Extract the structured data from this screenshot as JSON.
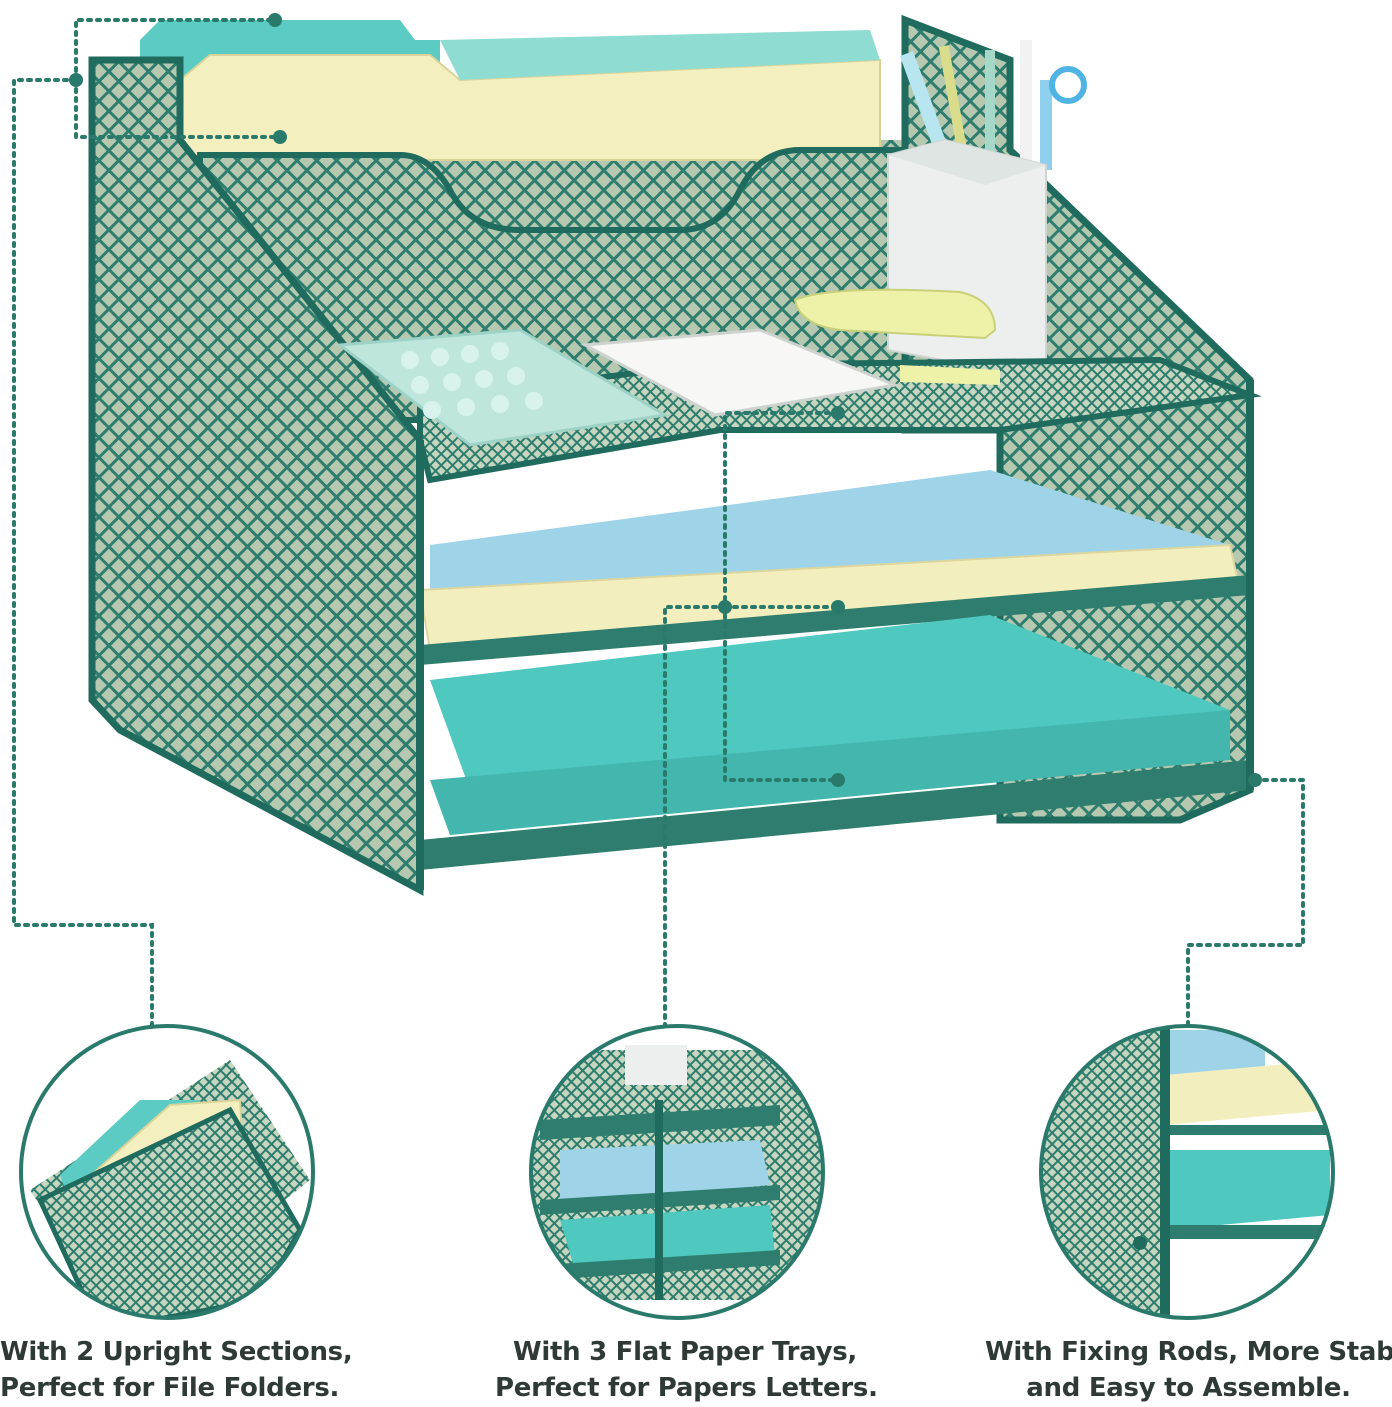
{
  "image": {
    "subject": "teal mesh desk organizer",
    "accent_color": "#2a7a6c",
    "mesh_color": "#2e7d6e",
    "paper_teal": "#4fc8bf",
    "folder_yellow": "#f3eebb"
  },
  "callouts": [
    {
      "line1": "With 2 Upright Sections,",
      "line2": "Perfect for File Folders."
    },
    {
      "line1": "With 3 Flat Paper Trays,",
      "line2": "Perfect for Papers Letters."
    },
    {
      "line1": "With Fixing Rods, More Stable",
      "line2": "and Easy to Assemble."
    }
  ]
}
